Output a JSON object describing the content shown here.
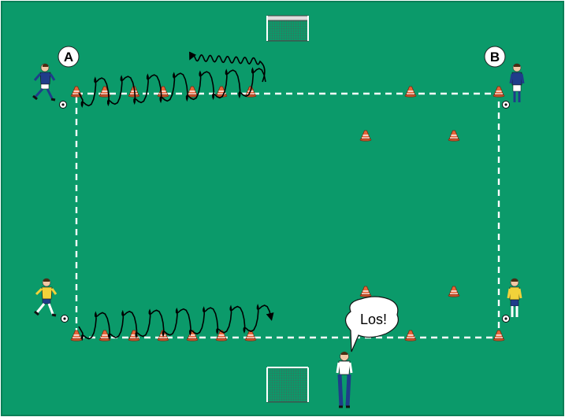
{
  "labels": {
    "corner_a": "A",
    "corner_b": "B",
    "speech": "Los!"
  },
  "colors": {
    "pitch": "#0b9a6a",
    "pitch_border": "#0a7f57",
    "line": "#ffffff",
    "cone": "#e8653a",
    "path": "#000000",
    "player_blue": "#1f3d8a",
    "player_yellow": "#f2d23a"
  },
  "icons": [
    "goal-icon",
    "cone-icon",
    "player-icon",
    "coach-icon",
    "ball-icon",
    "speech-bubble-icon"
  ]
}
